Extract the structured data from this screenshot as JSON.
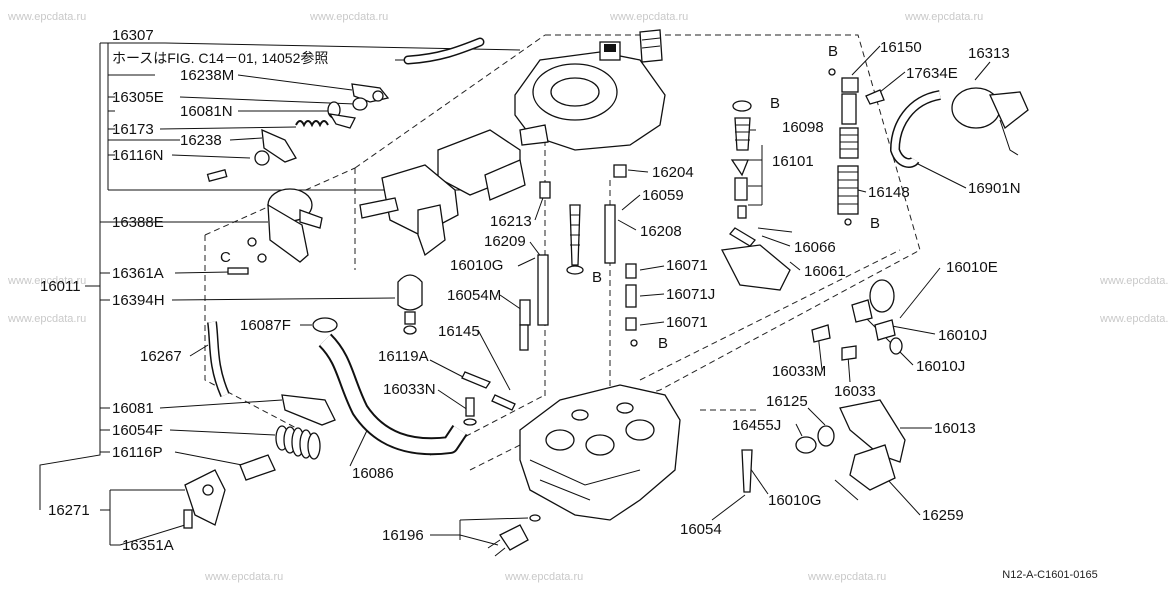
{
  "watermark": "www.epcdata.ru",
  "diagram_code": "N12-A-C1601-0165",
  "note": "ホースはFIG. C14－01, 14052参照",
  "labels": {
    "l16307": "16307",
    "l16238M": "16238M",
    "l16305E": "16305E",
    "l16081N": "16081N",
    "l16173": "16173",
    "l16238": "16238",
    "l16116N": "16116N",
    "l16388E": "16388E",
    "l16011": "16011",
    "l16361A": "16361A",
    "l16394H": "16394H",
    "l16087F": "16087F",
    "l16267": "16267",
    "l16081": "16081",
    "l16054F": "16054F",
    "l16116P": "16116P",
    "l16271": "16271",
    "l16351A": "16351A",
    "l16086": "16086",
    "l16196": "16196",
    "l16213": "16213",
    "l16209": "16209",
    "l16010G_a": "16010G",
    "l16054M": "16054M",
    "l16145": "16145",
    "l16119A": "16119A",
    "l16033N": "16033N",
    "l16204": "16204",
    "l16059": "16059",
    "l16208": "16208",
    "l16071_a": "16071",
    "l16071J": "16071J",
    "l16071_b": "16071",
    "l16098": "16098",
    "l16101": "16101",
    "l16066": "16066",
    "l16061": "16061",
    "l16150": "16150",
    "l17634E": "17634E",
    "l16313": "16313",
    "l16148": "16148",
    "l16901N": "16901N",
    "l16010E": "16010E",
    "l16010J_a": "16010J",
    "l16010J_b": "16010J",
    "l16033M": "16033M",
    "l16033": "16033",
    "l16125": "16125",
    "l16455J": "16455J",
    "l16013": "16013",
    "l16010G_b": "16010G",
    "l16054": "16054",
    "l16259": "16259",
    "refB": "B",
    "refC": "C"
  }
}
